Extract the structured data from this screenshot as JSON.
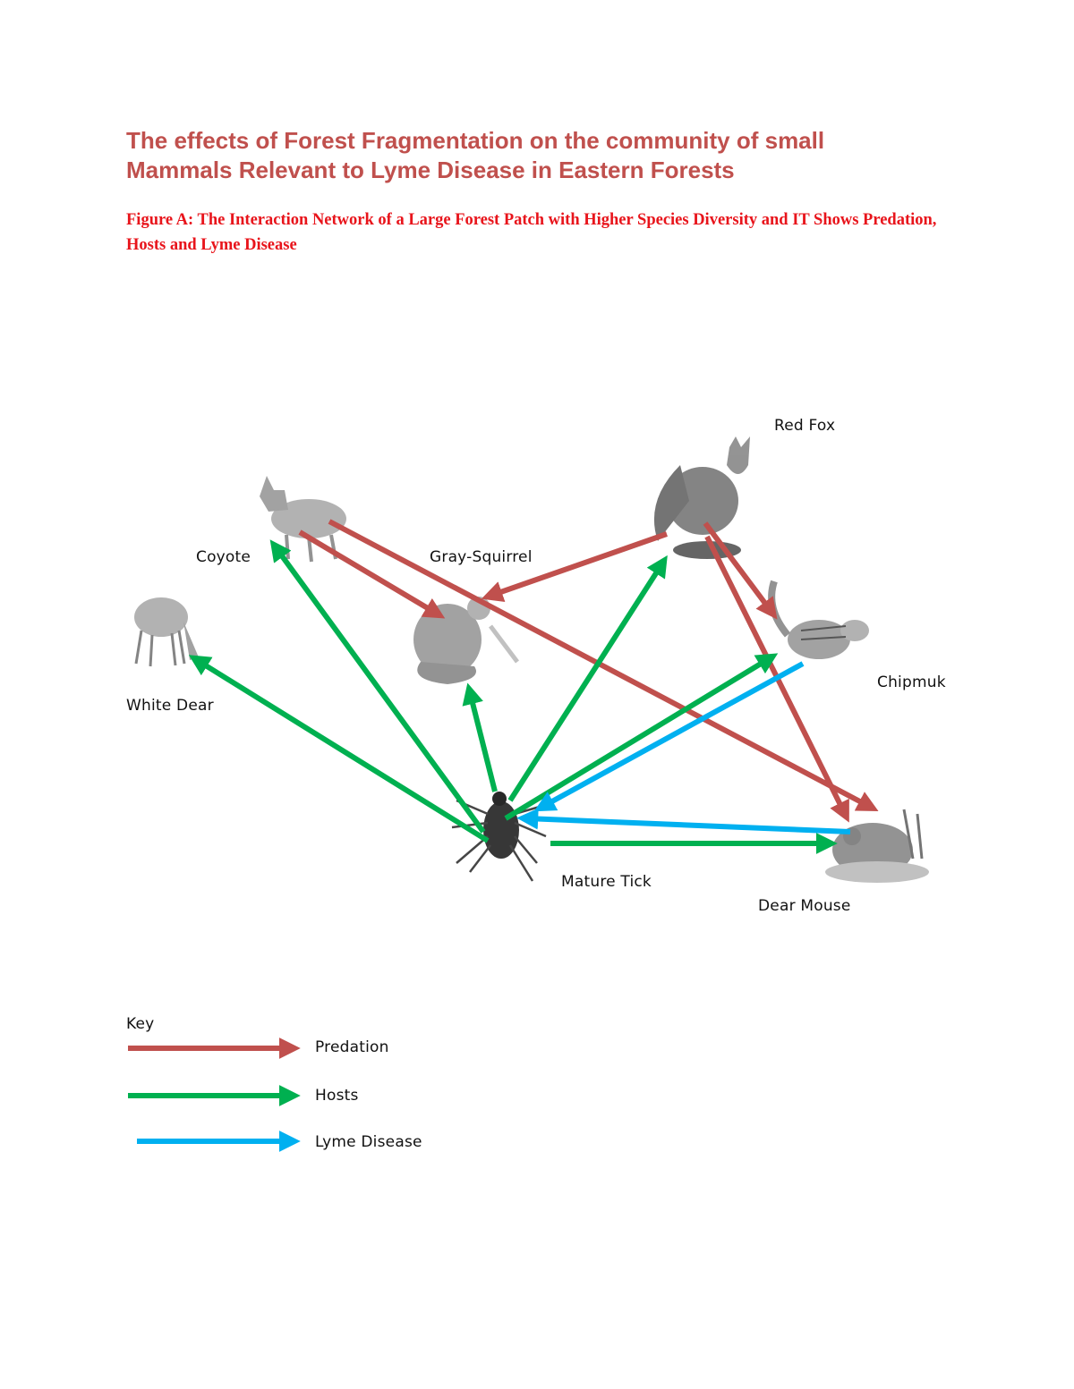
{
  "document": {
    "title": "The effects of Forest Fragmentation on the community of small Mammals Relevant to Lyme Disease in Eastern Forests",
    "caption": "Figure A:  The Interaction Network of a Large Forest Patch with Higher Species Diversity and IT Shows Predation, Hosts and Lyme Disease"
  },
  "colors": {
    "predation": "#c0504d",
    "hosts": "#00b050",
    "lyme": "#00b0f0",
    "title": "#c0504d",
    "caption": "#e8141b"
  },
  "nodes": {
    "red_fox": {
      "label": "Red Fox",
      "icon": "fox-illustration"
    },
    "coyote": {
      "label": "Coyote",
      "icon": "coyote-illustration"
    },
    "gray_squirrel": {
      "label": "Gray-Squirrel",
      "icon": "squirrel-illustration"
    },
    "white_deer": {
      "label": "White Dear",
      "icon": "deer-illustration"
    },
    "chipmunk": {
      "label": "Chipmuk",
      "icon": "chipmunk-illustration"
    },
    "tick": {
      "label": "Mature Tick",
      "icon": "tick-illustration"
    },
    "mouse": {
      "label": "Dear Mouse",
      "icon": "mouse-illustration"
    }
  },
  "edges": [
    {
      "from": "coyote",
      "to": "gray_squirrel",
      "type": "predation"
    },
    {
      "from": "coyote",
      "to": "mouse",
      "type": "predation"
    },
    {
      "from": "red_fox",
      "to": "gray_squirrel",
      "type": "predation"
    },
    {
      "from": "red_fox",
      "to": "chipmunk",
      "type": "predation"
    },
    {
      "from": "red_fox",
      "to": "mouse",
      "type": "predation"
    },
    {
      "from": "tick",
      "to": "white_deer",
      "type": "hosts"
    },
    {
      "from": "tick",
      "to": "coyote",
      "type": "hosts"
    },
    {
      "from": "tick",
      "to": "gray_squirrel",
      "type": "hosts"
    },
    {
      "from": "tick",
      "to": "red_fox",
      "type": "hosts"
    },
    {
      "from": "tick",
      "to": "chipmunk",
      "type": "hosts"
    },
    {
      "from": "tick",
      "to": "mouse",
      "type": "hosts"
    },
    {
      "from": "chipmunk",
      "to": "tick",
      "type": "lyme"
    },
    {
      "from": "mouse",
      "to": "tick",
      "type": "lyme"
    }
  ],
  "key": {
    "title": "Key",
    "items": [
      {
        "type": "predation",
        "label": "Predation"
      },
      {
        "type": "hosts",
        "label": "Hosts"
      },
      {
        "type": "lyme",
        "label": "Lyme Disease"
      }
    ]
  }
}
